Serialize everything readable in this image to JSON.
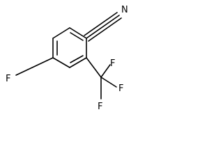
{
  "molecule": {
    "atoms": {
      "nitrile_nitrogen": "N",
      "ring_fluorine": "F",
      "cf3_fluorine_top": "F",
      "cf3_fluorine_right": "F",
      "cf3_fluorine_bottom": "F"
    },
    "colors": {
      "bond": "#000000",
      "label": "#000000",
      "background": "#ffffff"
    }
  }
}
